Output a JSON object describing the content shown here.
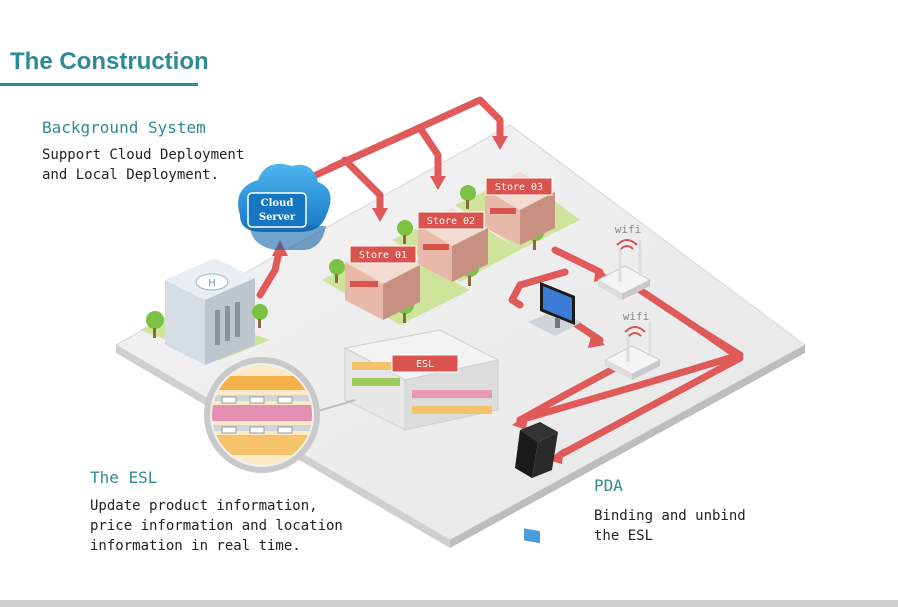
{
  "header": {
    "title": "The Construction"
  },
  "background_system": {
    "heading": "Background System",
    "body_line1": "Support Cloud Deployment",
    "body_line2": "and Local Deployment."
  },
  "cloud": {
    "line1": "Cloud",
    "line2": "Server"
  },
  "stores": [
    {
      "label": "Store 01"
    },
    {
      "label": "Store 02"
    },
    {
      "label": "Store 03"
    }
  ],
  "esl_shelf_label": "ESL",
  "wifi_labels": [
    "wifi",
    "wifi"
  ],
  "the_esl": {
    "heading": "The ESL",
    "body_line1": "Update product information,",
    "body_line2": "price information and location",
    "body_line3": "information in real time."
  },
  "pda": {
    "heading": "PDA",
    "body_line1": "Binding and unbind",
    "body_line2": "the ESL"
  },
  "colors": {
    "accent": "#2f8a97",
    "arrow": "#e05a5a",
    "label_bg": "#d9534f",
    "cloud": "#1e90d6"
  }
}
